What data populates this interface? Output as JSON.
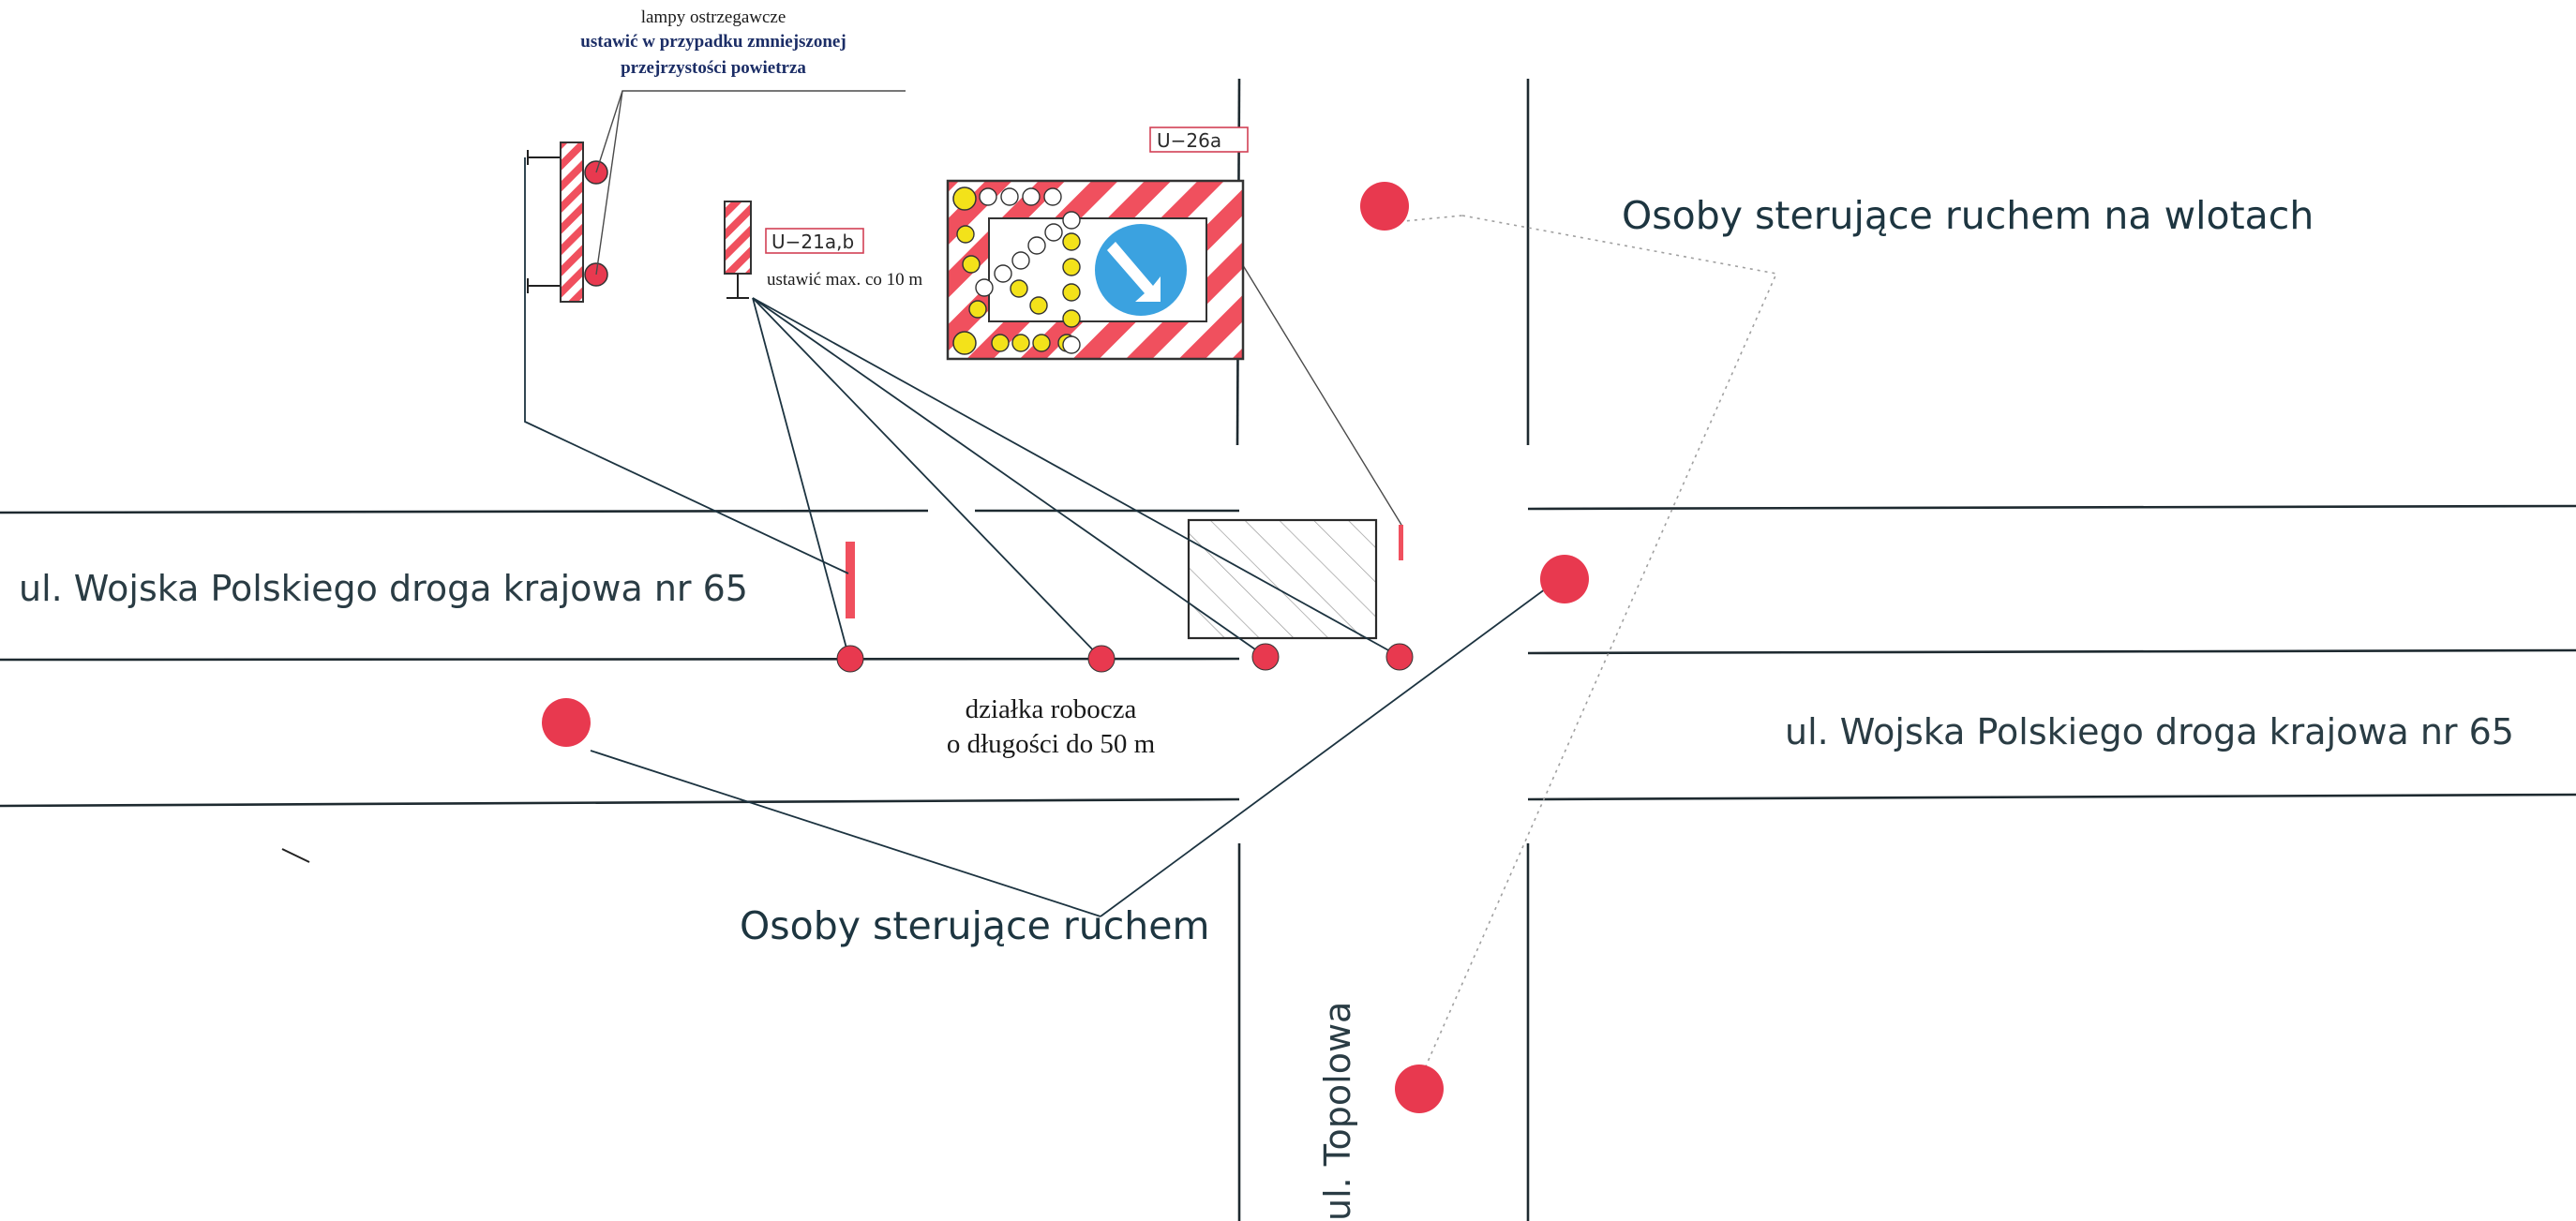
{
  "streets": {
    "main_left": "ul. Wojska Polskiego droga krajowa nr 65",
    "main_right": "ul. Wojska Polskiego droga krajowa nr 65",
    "side": "ul. Topolowa"
  },
  "labels": {
    "lamps_line1": "lampy ostrzegawcze",
    "lamps_line2": "ustawić w przypadku zmniejszonej",
    "lamps_line3": "przejrzystości powietrza",
    "u21_tag": "U−21a,b",
    "u21_note": "ustawić max. co 10 m",
    "u26_tag": "U−26a",
    "work_zone_line1": "działka robocza",
    "work_zone_line2": "o długości do 50 m",
    "traffic_controllers": "Osoby sterujące ruchem",
    "traffic_controllers_inlets": "Osoby sterujące ruchem na wlotach"
  },
  "colors": {
    "warning_red": "#e8394f",
    "barrier_red": "#f0505e",
    "lamp_yellow": "#f3e21a",
    "sign_blue": "#3ba2e0",
    "road_line": "#1e2a30"
  },
  "icons": {
    "lamp": "warning-lamp-icon",
    "barrier": "u21-barrier-icon",
    "arrow_sign": "keep-right-arrow-icon"
  }
}
